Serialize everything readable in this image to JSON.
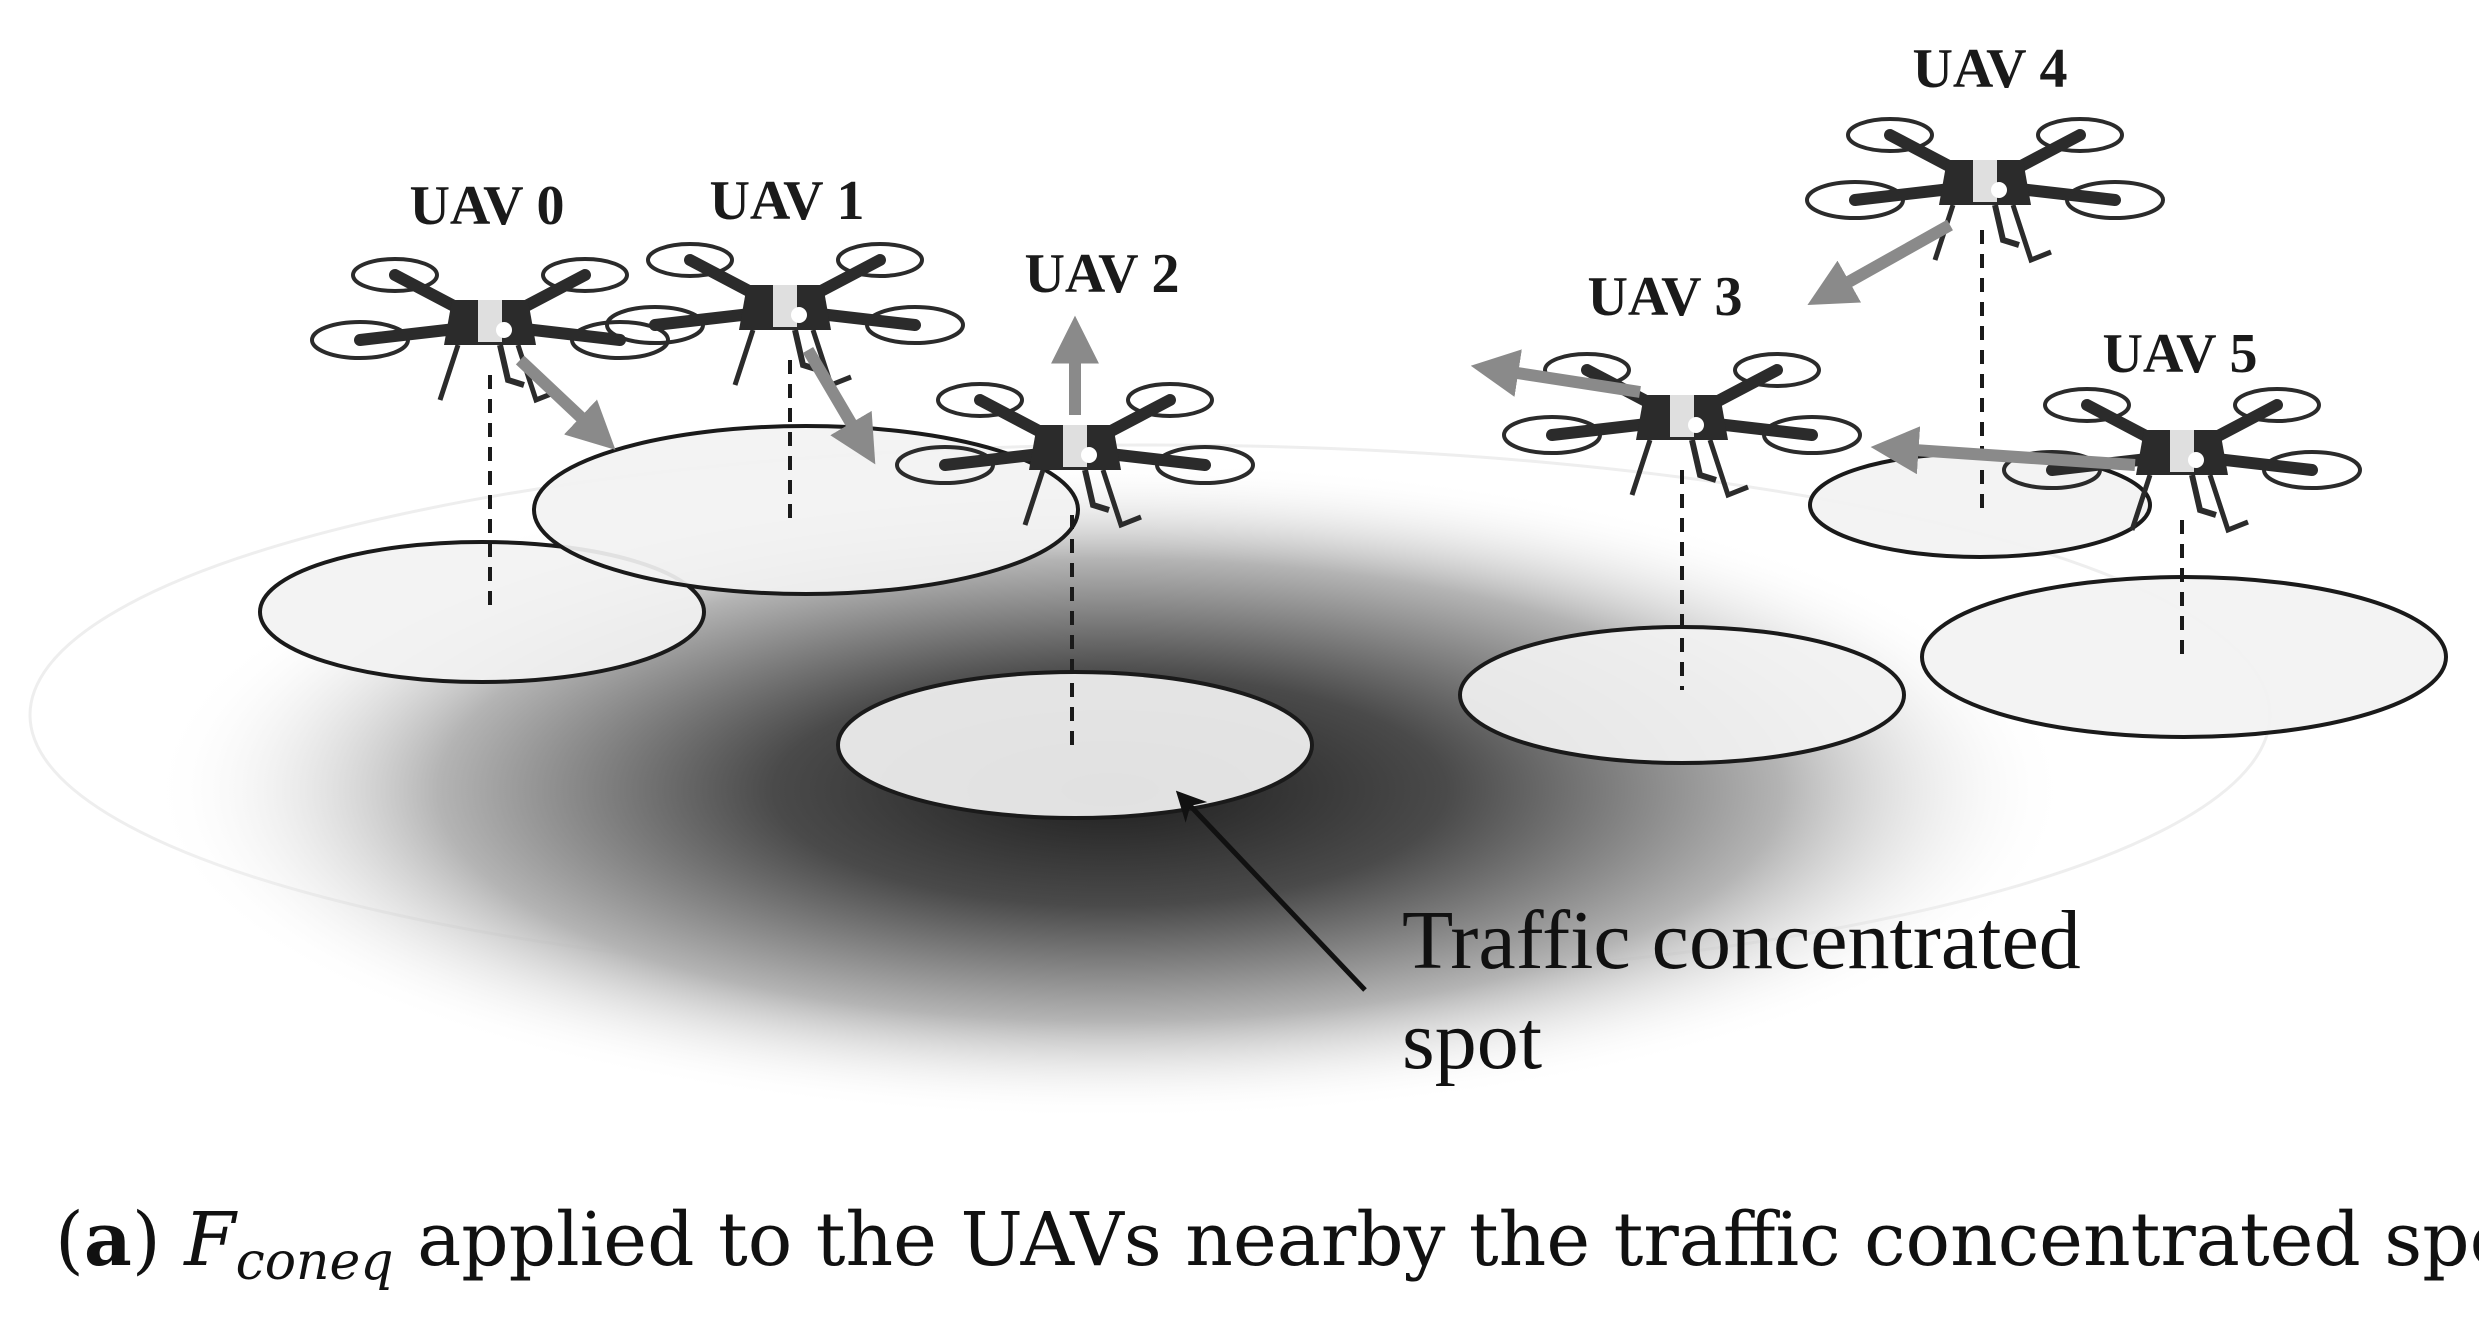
{
  "uav_labels": [
    "UAV 0",
    "UAV 1",
    "UAV 2",
    "UAV 3",
    "UAV 4",
    "UAV 5"
  ],
  "annotation": {
    "line1": "Traffic concentrated",
    "line2": "spot"
  },
  "caption": {
    "panel_open": "(",
    "panel_letter": "a",
    "panel_close": ")",
    "force_symbol": "F",
    "force_subscript": "coneq",
    "text": " applied to the UAVs nearby the traffic concentrated spot."
  },
  "colors": {
    "spot_center": "#1e1e1e",
    "arrow": "#8a8a8a",
    "drone_body": "#2b2b2b",
    "coverage_fill": "#f2f2f2",
    "coverage_stroke": "#1a1a1a"
  }
}
